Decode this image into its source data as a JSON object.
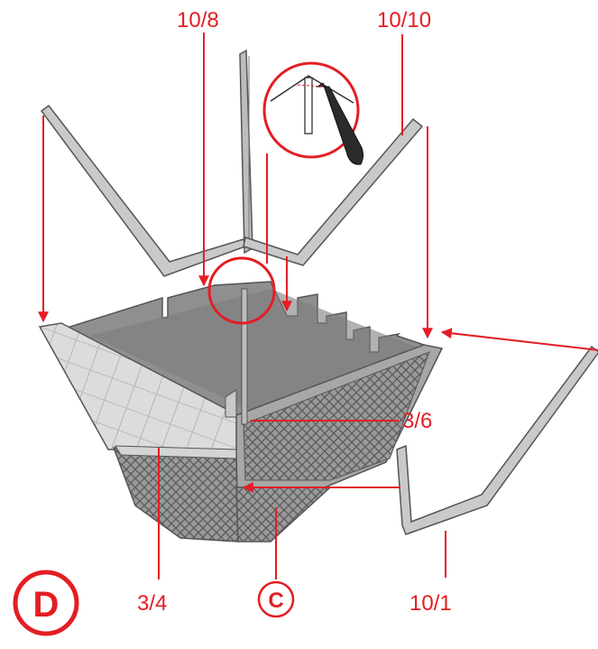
{
  "labels": {
    "part_10_8": "10/8",
    "part_10_10": "10/10",
    "part_3_6": "3/6",
    "part_3_4": "3/4",
    "part_c": "C",
    "part_10_1": "10/1",
    "step_d": "D"
  },
  "colors": {
    "accent": "#e31e24",
    "part_fill": "#c9c9c9",
    "part_dark": "#8a8a8a",
    "outline": "#555555"
  }
}
